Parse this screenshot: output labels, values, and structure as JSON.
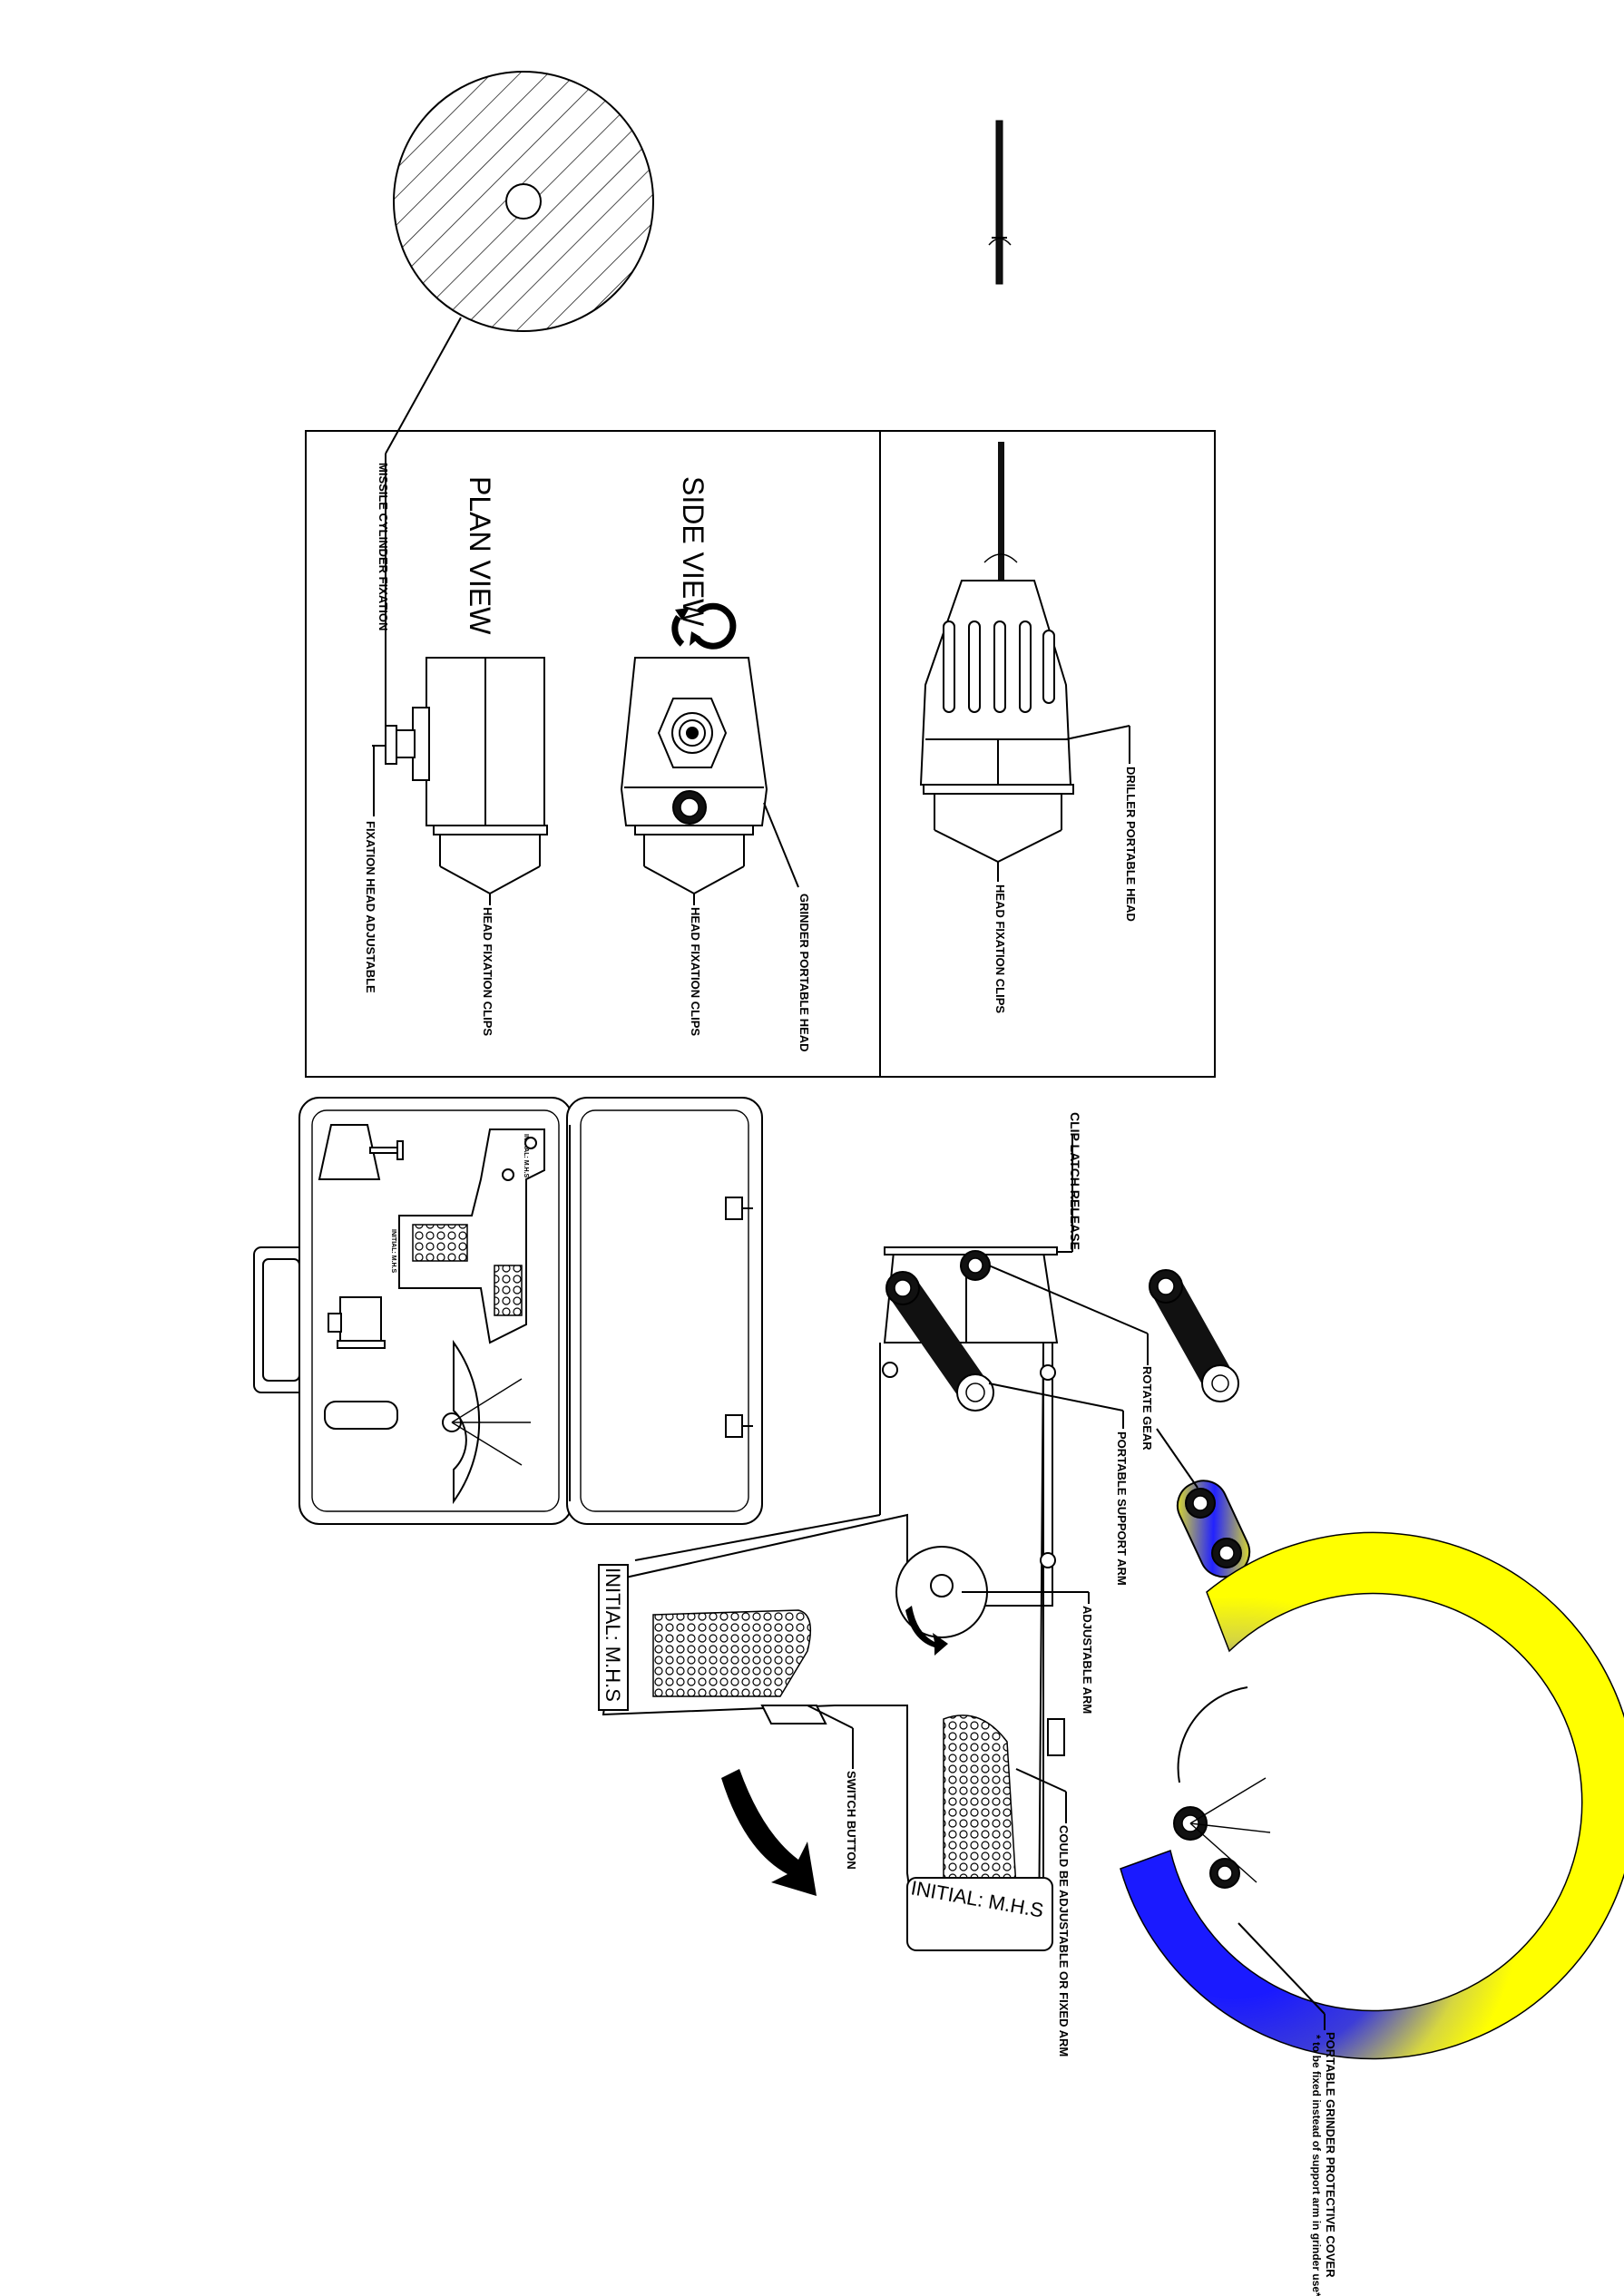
{
  "labels": {
    "missile_cylinder_fixation": "MISSILE CYLINDER FIXATION",
    "plan_view": "PLAN VIEW",
    "side_view": "SIDE VIEW",
    "fixation_head_adjustable": "FIXATION HEAD ADJUSTABLE",
    "head_fixation_clips_plan": "HEAD FIXATION CLIPS",
    "head_fixation_clips_side": "HEAD FIXATION CLIPS",
    "grinder_portable_head": "GRINDER PORTABLE HEAD",
    "driller_portable_head": "DRILLER PORTABLE HEAD",
    "head_fixation_clips_driller": "HEAD FIXATION CLIPS",
    "clip_latch_release": "CLIP LATCH RELEASE",
    "rotate_gear": "ROTATE GEAR",
    "portable_support_arm": "PORTABLE SUPPORT ARM",
    "adjustable_arm": "ADJUSTABLE ARM",
    "switch_button": "SWITCH BUTTON",
    "could_be_adjustable": "COULD BE ADJUSTABLE OR FIXED ARM",
    "protective_cover": "PORTABLE GRINDER PROTECTIVE COVER",
    "protective_cover_note": "* to be fixed instead of support arm in grinder use*",
    "initial_upper": "INITIAL: M.H.S",
    "initial_lower": "INITIAL: M.H.S",
    "case_badge_1": "INITIAL: M.H.S",
    "case_badge_2": "INITIAL: M.H.S"
  },
  "colors": {
    "line": "#000000",
    "cover_outer": "#ffff00",
    "cover_inner": "#1a1aff",
    "paper": "#ffffff"
  },
  "icons": {
    "rotate": "rotate-arrows-icon",
    "curved_arrow": "curved-arrow-icon"
  }
}
